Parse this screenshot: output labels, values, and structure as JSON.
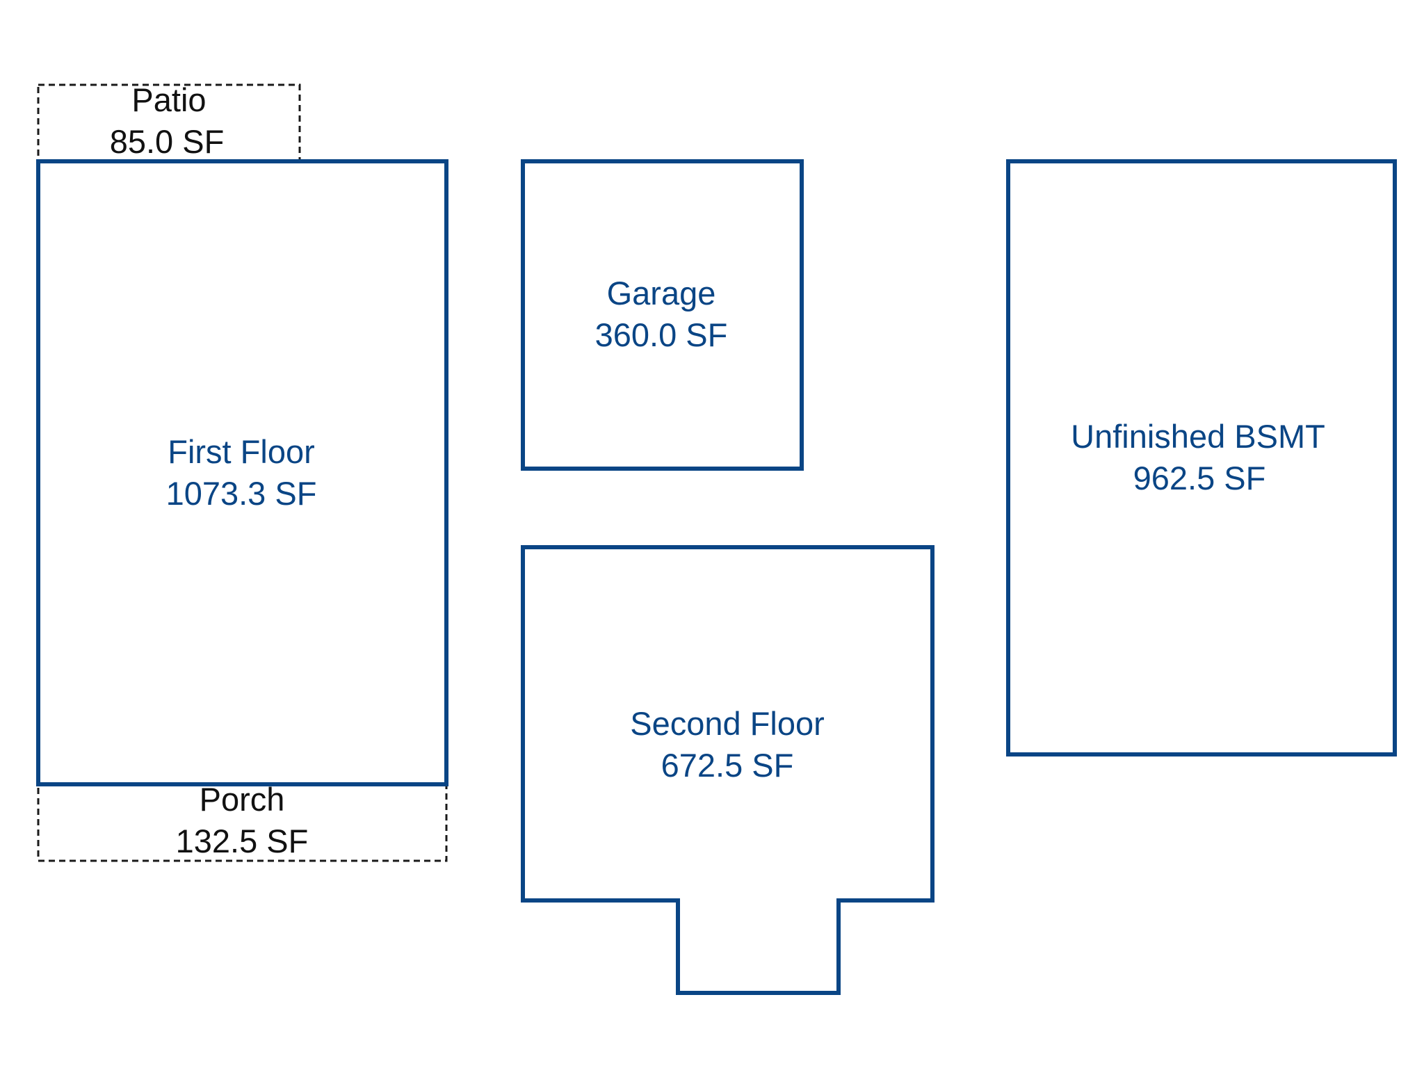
{
  "colors": {
    "wall": "#0a4585",
    "outline_dashed": "#1a1a1a",
    "background": "#ffffff"
  },
  "rooms": {
    "patio": {
      "name": "Patio",
      "area": "85.0 SF"
    },
    "first_floor": {
      "name": "First Floor",
      "area": "1073.3 SF"
    },
    "porch": {
      "name": "Porch",
      "area": "132.5 SF"
    },
    "garage": {
      "name": "Garage",
      "area": "360.0 SF"
    },
    "second_floor": {
      "name": "Second Floor",
      "area": "672.5 SF"
    },
    "basement": {
      "name": "Unfinished BSMT",
      "area": "962.5 SF"
    }
  }
}
